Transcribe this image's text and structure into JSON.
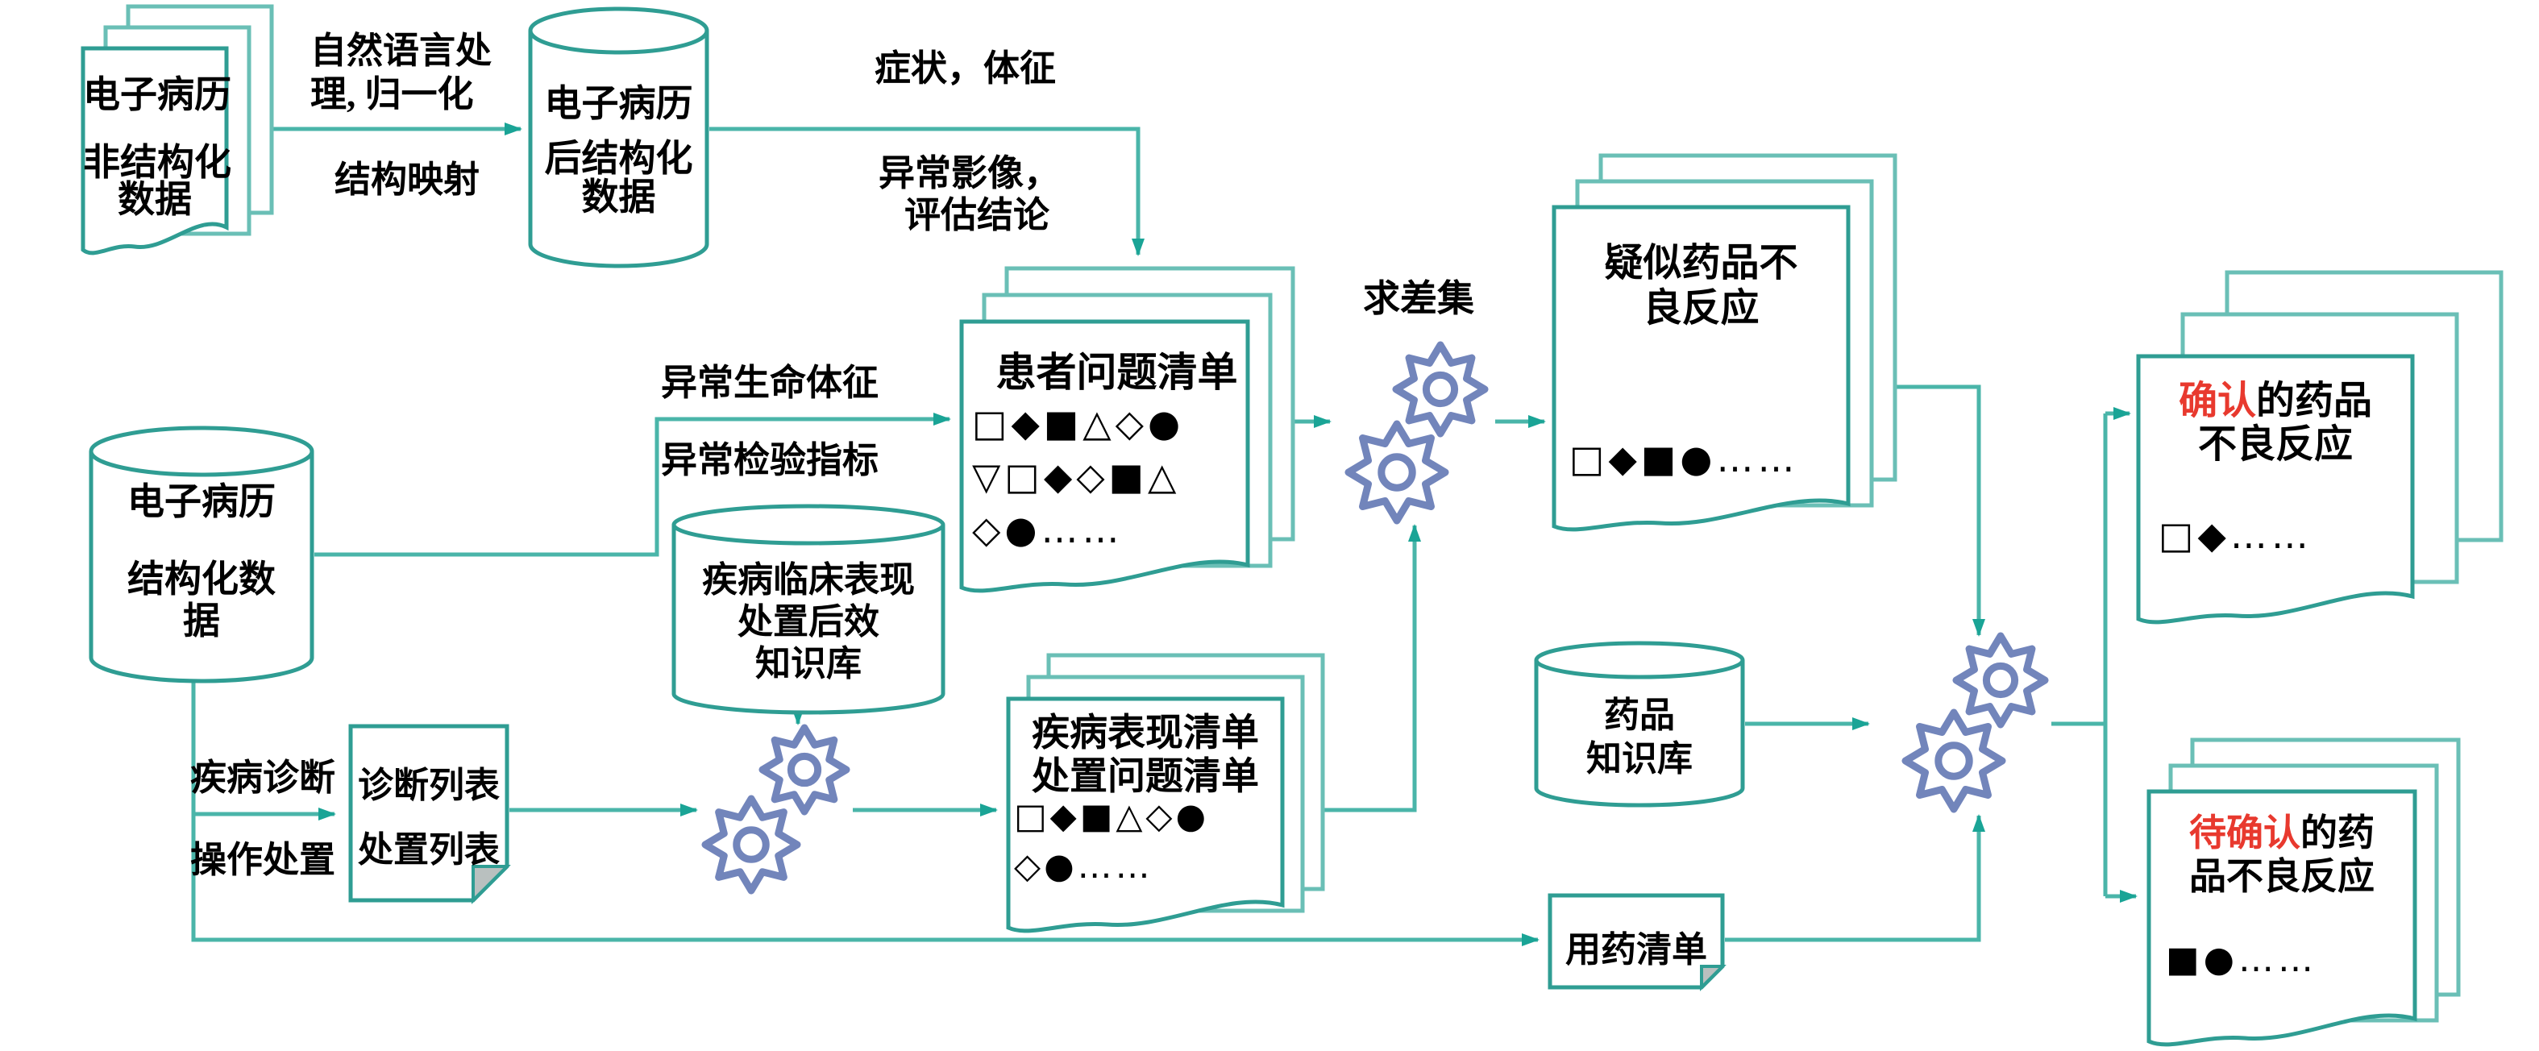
{
  "diagram": {
    "nodes": {
      "emr_unstructured": {
        "line1": "电子病历",
        "line2": "非结构化",
        "line3": "数据"
      },
      "emr_post_structured": {
        "line1": "电子病历",
        "line2": "后结构化",
        "line3": "数据"
      },
      "patient_problem_list": {
        "title": "患者问题清单",
        "row1": "□◆■△◇●",
        "row2": "▽□◆◇■△",
        "row3": "◇●……"
      },
      "suspected_adr": {
        "title_line1": "疑似药品不",
        "title_line2": "良反应",
        "row1": "□◆■●……"
      },
      "emr_structured": {
        "line1": "电子病历",
        "line2": "结构化数",
        "line3": "据"
      },
      "disease_kb": {
        "line1": "疾病临床表现",
        "line2": "处置后效",
        "line3": "知识库"
      },
      "diagnosis_note": {
        "line1": "诊断列表",
        "line2": "处置列表"
      },
      "disease_problem_list": {
        "title_line1": "疾病表现清单",
        "title_line2": "处置问题清单",
        "row1": "□◆■△◇●",
        "row2": "◇●……"
      },
      "drug_kb": {
        "line1": "药品",
        "line2": "知识库"
      },
      "medication_list": {
        "line1": "用药清单"
      },
      "confirmed_adr": {
        "red": "确认",
        "line1_rest": "的药品",
        "line2": "不良反应",
        "row1": "□◆……"
      },
      "pending_adr": {
        "red": "待确认",
        "line1_rest": "的药",
        "line2": "品不良反应",
        "row1": "■●……"
      }
    },
    "labels": {
      "nlp_line1": "自然语言处",
      "nlp_line2": "理, 归一化",
      "structure_mapping": "结构映射",
      "symptoms": "症状，体征",
      "imaging_line1": "异常影像，",
      "imaging_line2": "评估结论",
      "vitals": "异常生命体征",
      "labs": "异常检验指标",
      "diagnosis": "疾病诊断",
      "operation": "操作处置",
      "difference": "求差集"
    },
    "icons": {
      "gears": "process-gears"
    },
    "colors": {
      "connector": "#4AB5A9",
      "border": "#2F9D93",
      "gear": "#7285BB",
      "red": "#E8392E",
      "text": "#000000"
    }
  }
}
